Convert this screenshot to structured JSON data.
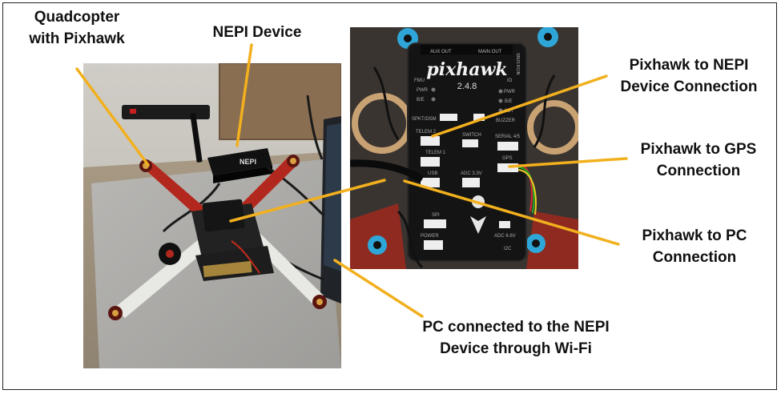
{
  "labels": {
    "quadcopter": [
      "Quadcopter",
      "with Pixhawk"
    ],
    "nepi_device": "NEPI Device",
    "pixhawk_nepi": [
      "Pixhawk to NEPI",
      "Device Connection"
    ],
    "pixhawk_gps": [
      "Pixhawk to GPS",
      "Connection"
    ],
    "pixhawk_pc": [
      "Pixhawk to PC",
      "Connection"
    ],
    "pc_nepi": [
      "PC connected to the NEPI",
      "Device through Wi-Fi"
    ]
  },
  "board_text": {
    "brand": "pixhawk",
    "version": "2.4.8",
    "nepi_box": "NEPI",
    "aux_out": "AUX OUT",
    "main_out": "MAIN OUT",
    "sbus_rcin": "SBUS RCIN",
    "fmu": "FMU",
    "pwr": "PWR",
    "be": "B/E",
    "io": "IO",
    "pwr2": "PWR",
    "be2": "B/E",
    "act": "ACT",
    "spkt": "SPKT/DSM",
    "buzzer": "BUZZER",
    "telem2": "TELEM 2",
    "switch": "SWITCH",
    "serial45": "SERIAL 4/5",
    "telem1": "TELEM 1",
    "gps": "GPS",
    "usb": "USB",
    "adc33": "ADC 3.3V",
    "spi": "SPI",
    "power": "POWER",
    "adc66": "ADC 6.6V",
    "i2c": "I2C"
  },
  "colors": {
    "arrow": "#f2b01e",
    "label_text": "#111111",
    "frame_border": "#222222",
    "board_black": "#141414",
    "frame_red": "#b3281e",
    "frame_white": "#e8e8e4",
    "accent_blue": "#2fa6d8"
  }
}
